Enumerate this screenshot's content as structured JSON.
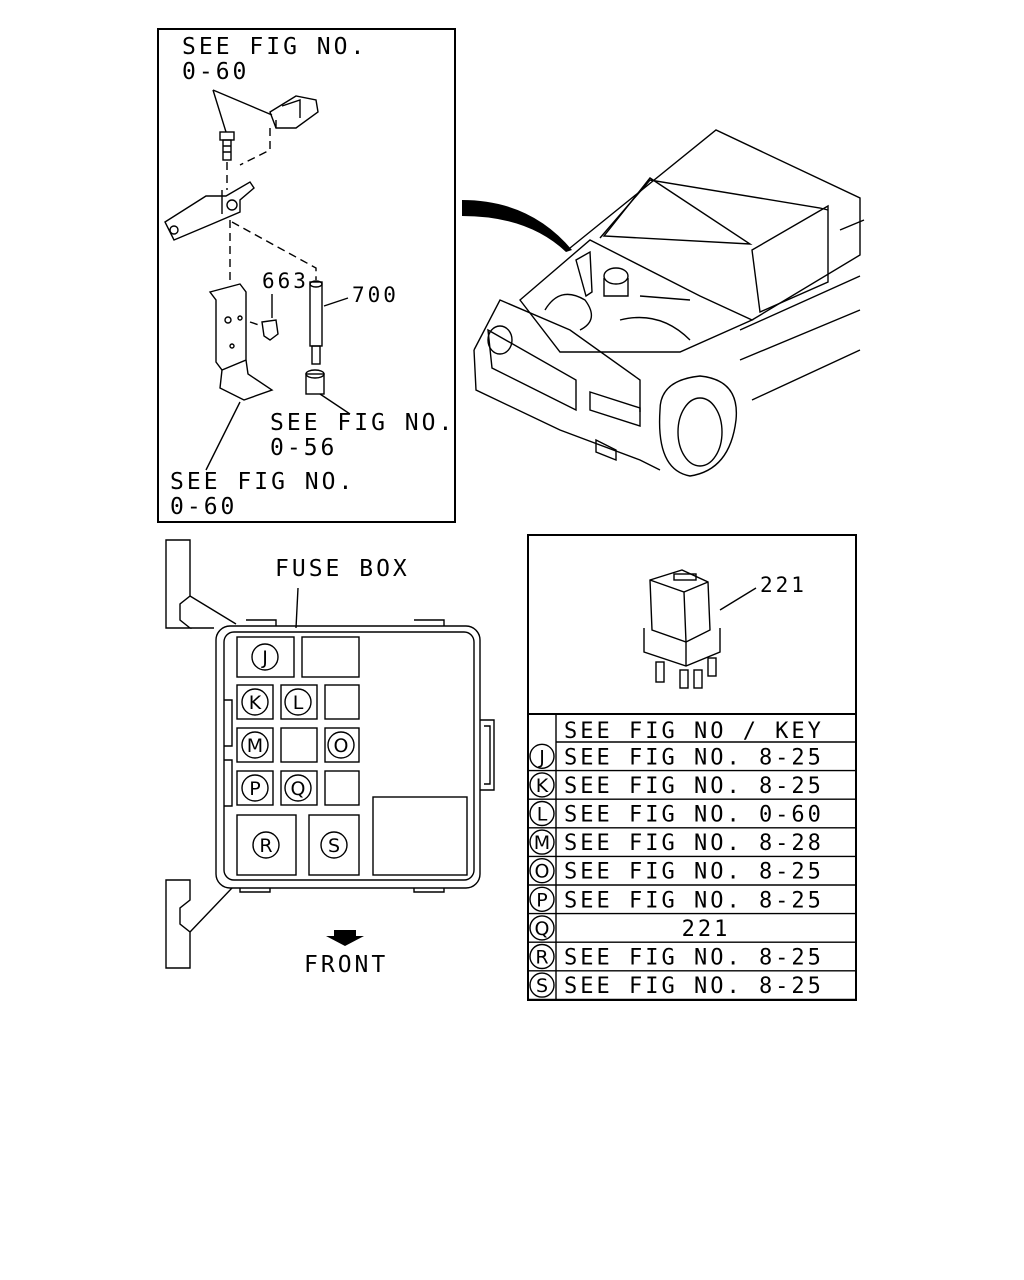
{
  "top_box": {
    "ref_top": [
      "SEE FIG NO.",
      "0-60"
    ],
    "ref_middle": [
      "SEE FIG NO.",
      "0-56"
    ],
    "ref_bottom": [
      "SEE FIG NO.",
      "0-60"
    ],
    "part_663": "663",
    "part_700": "700"
  },
  "fuse_box": {
    "title": "FUSE BOX",
    "front_label": "FRONT",
    "slots": [
      "J",
      "K",
      "L",
      "M",
      "O",
      "P",
      "Q",
      "R",
      "S"
    ]
  },
  "relay_box": {
    "part_label": "221",
    "table_header": "SEE FIG NO / KEY",
    "rows": [
      {
        "key": "J",
        "value": "SEE FIG NO. 8-25"
      },
      {
        "key": "K",
        "value": "SEE FIG NO. 8-25"
      },
      {
        "key": "L",
        "value": "SEE FIG NO. 0-60"
      },
      {
        "key": "M",
        "value": "SEE FIG NO. 8-28"
      },
      {
        "key": "O",
        "value": "SEE FIG NO. 8-25"
      },
      {
        "key": "P",
        "value": "SEE FIG NO. 8-25"
      },
      {
        "key": "Q",
        "value": "221"
      },
      {
        "key": "R",
        "value": "SEE FIG NO. 8-25"
      },
      {
        "key": "S",
        "value": "SEE FIG NO. 8-25"
      }
    ]
  }
}
